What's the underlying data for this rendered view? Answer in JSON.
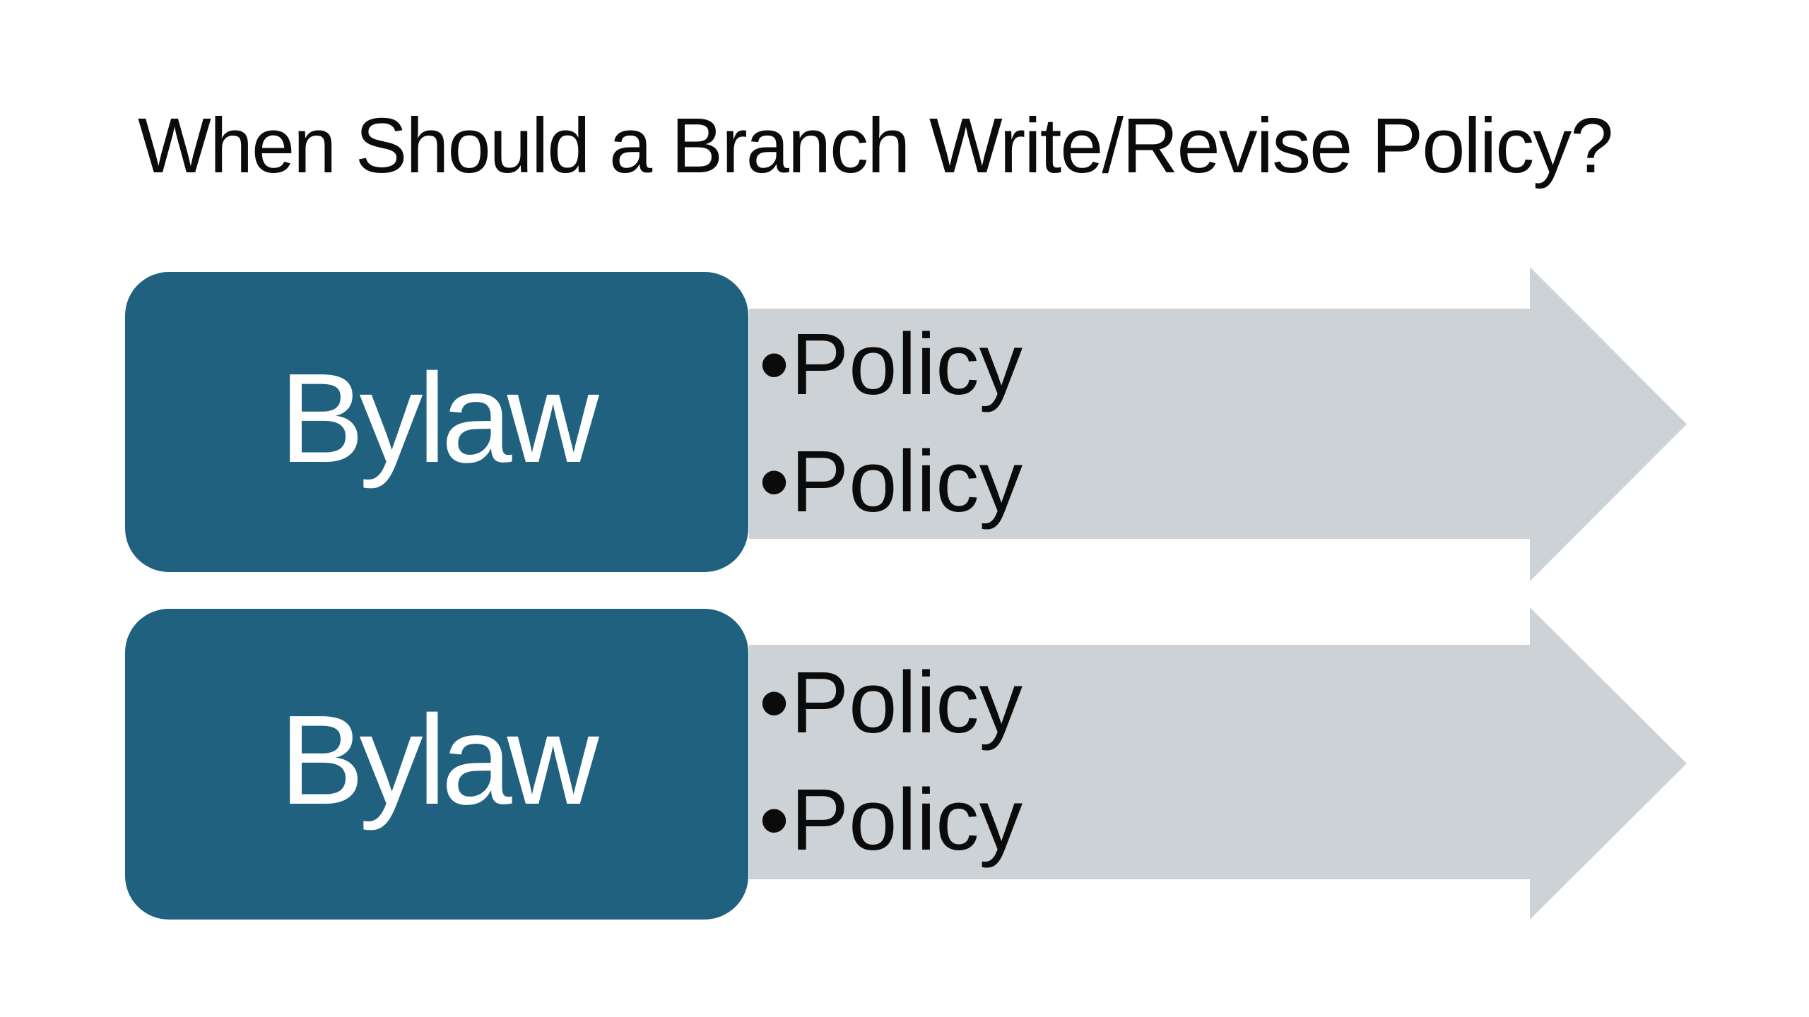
{
  "title": {
    "text": "When Should a Branch Write/Revise Policy?"
  },
  "bullet_glyph": "•",
  "colors": {
    "background": "#FFFFFF",
    "box_fill": "#1F617F",
    "box_label": "#FFFFFF",
    "arrow_fill": "#CDD2D6",
    "text": "#0B0B0B"
  },
  "rows": [
    {
      "box_label": "Bylaw",
      "bullets": [
        "Policy",
        "Policy"
      ]
    },
    {
      "box_label": "Bylaw",
      "bullets": [
        "Policy",
        "Policy"
      ]
    }
  ]
}
